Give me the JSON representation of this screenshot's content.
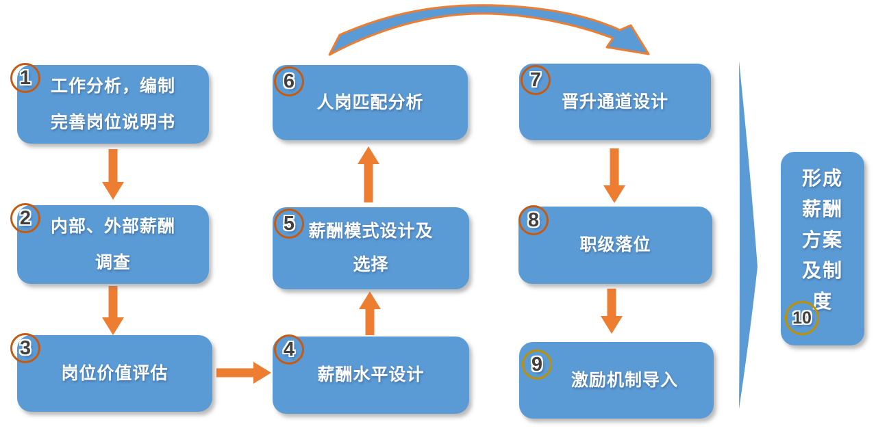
{
  "diagram": {
    "type": "flowchart",
    "steps": [
      {
        "number": "1",
        "lines": [
          "工作分析，编制",
          "完善岗位说明书"
        ]
      },
      {
        "number": "2",
        "lines": [
          "内部、外部薪酬",
          "调查"
        ]
      },
      {
        "number": "3",
        "lines": [
          "岗位价值评估"
        ]
      },
      {
        "number": "4",
        "lines": [
          "薪酬水平设计"
        ]
      },
      {
        "number": "5",
        "lines": [
          "薪酬模式设计及",
          "选择"
        ]
      },
      {
        "number": "6",
        "lines": [
          "人岗匹配分析"
        ]
      },
      {
        "number": "7",
        "lines": [
          "晋升通道设计"
        ]
      },
      {
        "number": "8",
        "lines": [
          "职级落位"
        ]
      },
      {
        "number": "9",
        "lines": [
          "激励机制导入"
        ]
      },
      {
        "number": "10",
        "lines": [
          "形成薪酬方案及制度"
        ]
      }
    ],
    "connections": [
      {
        "from": "1",
        "to": "2"
      },
      {
        "from": "2",
        "to": "3"
      },
      {
        "from": "3",
        "to": "4"
      },
      {
        "from": "4",
        "to": "5"
      },
      {
        "from": "5",
        "to": "6"
      },
      {
        "from": "6",
        "to": "7"
      },
      {
        "from": "7",
        "to": "8"
      },
      {
        "from": "8",
        "to": "9"
      },
      {
        "from": "9",
        "to": "10"
      }
    ]
  },
  "colors": {
    "box_fill": "#5B9BD5",
    "arrow": "#ED7D31",
    "badge_ring": "#C55A11",
    "badge_ring_gold": "#BF9000",
    "step_text": "#FFFFFF",
    "number_text": "#404040",
    "background": "#FFFFFF"
  }
}
